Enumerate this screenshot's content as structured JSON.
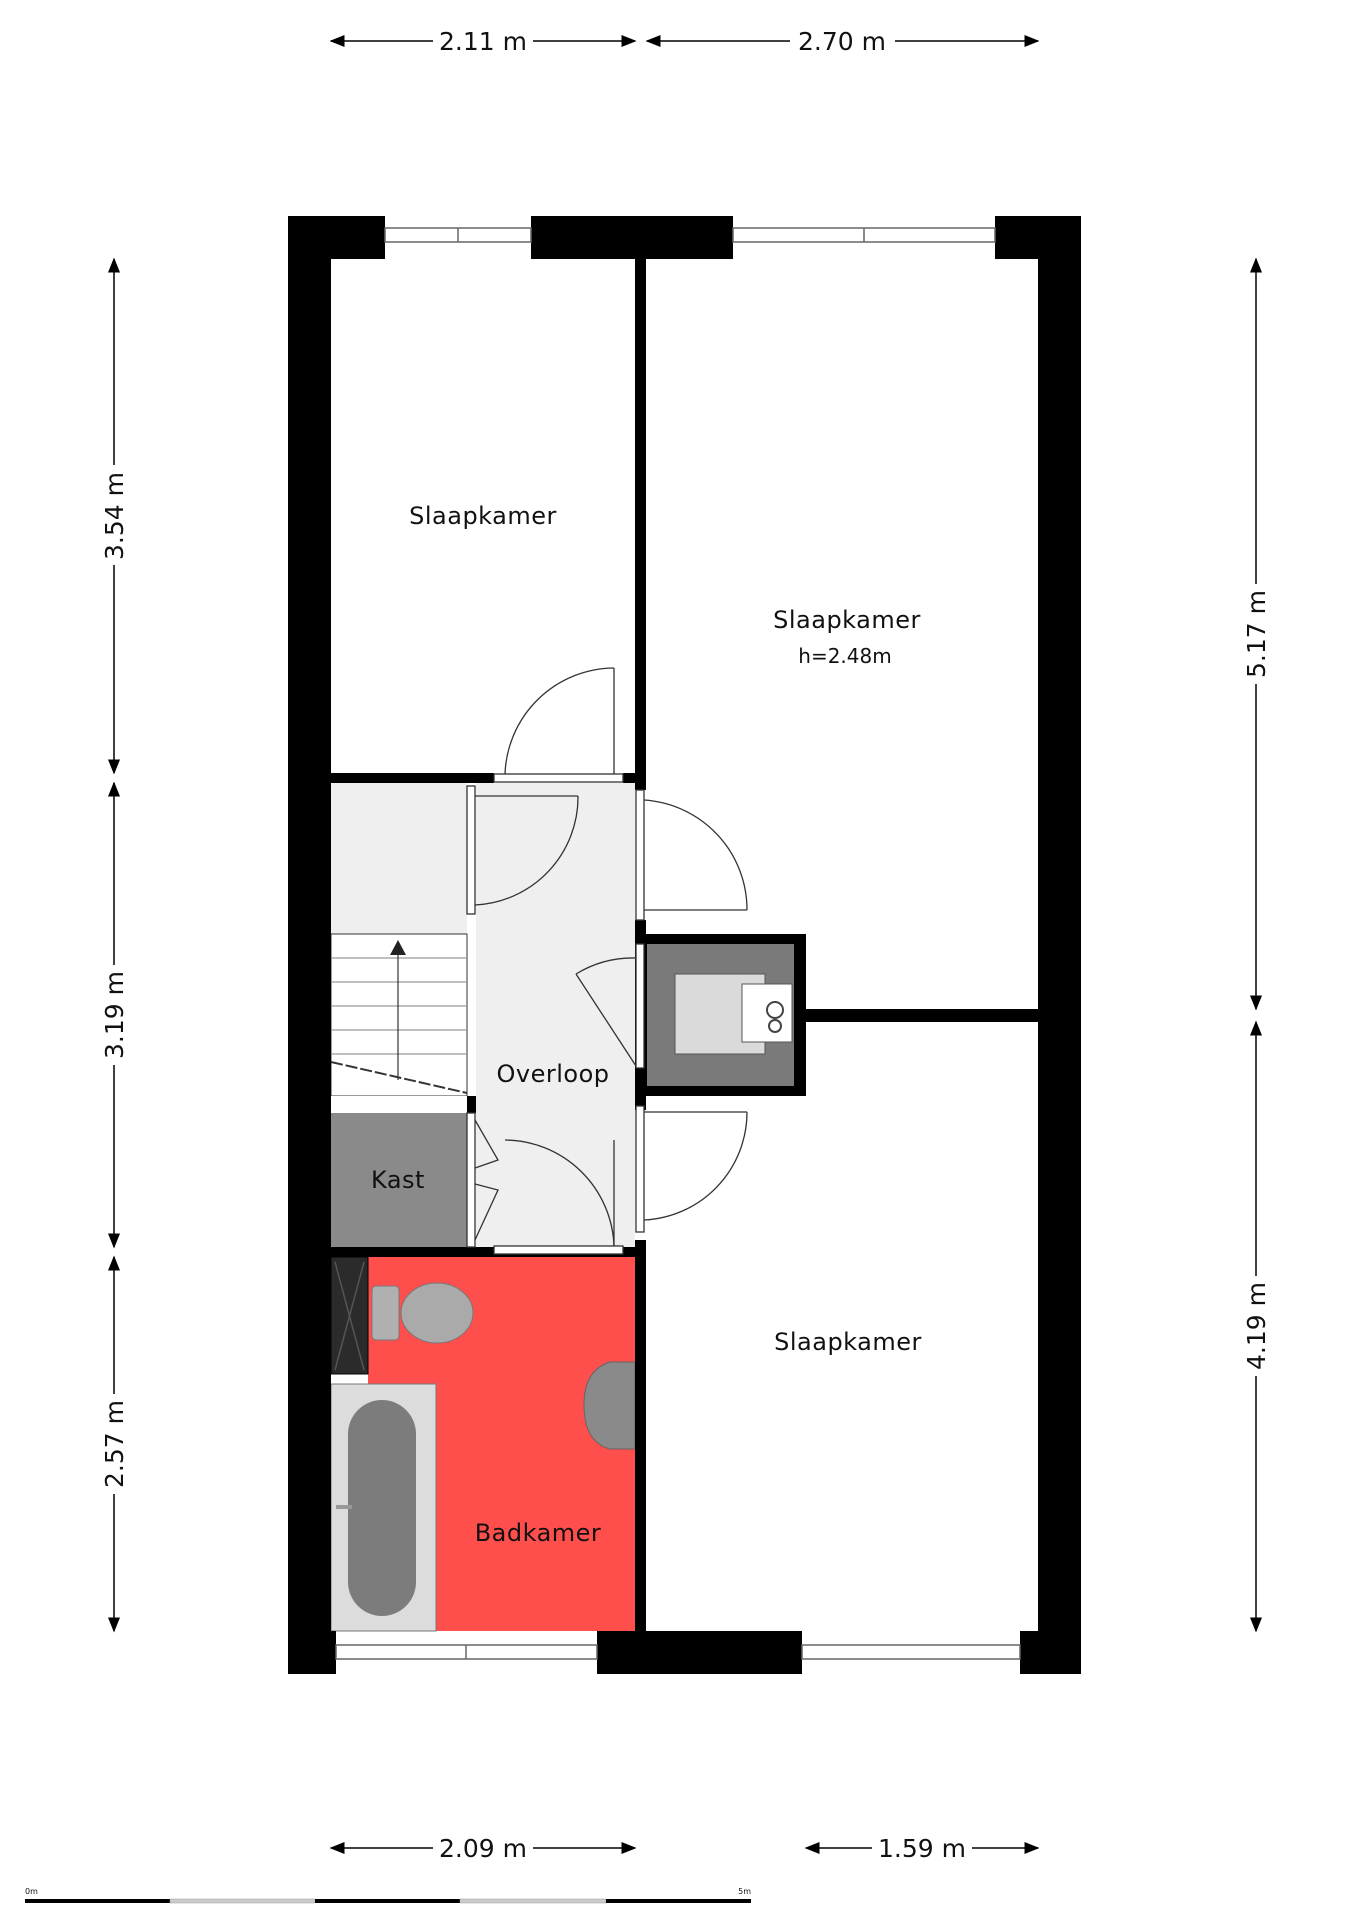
{
  "rooms": {
    "bedroom_top_left": "Slaapkamer",
    "bedroom_top_right": "Slaapkamer",
    "bedroom_top_right_height": "h=2.48m",
    "landing": "Overloop",
    "closet": "Kast",
    "bathroom": "Badkamer",
    "bedroom_bottom_right": "Slaapkamer"
  },
  "dimensions": {
    "top_left": "2.11 m",
    "top_right": "2.70 m",
    "left_top": "3.54 m",
    "left_middle": "3.19 m",
    "left_bottom": "2.57 m",
    "right_top": "5.17 m",
    "right_bottom": "4.19 m",
    "bottom_left": "2.09 m",
    "bottom_right": "1.59 m"
  },
  "scale_bar": {
    "start": "0m",
    "end": "5m"
  },
  "colors": {
    "wall": "#000000",
    "bathroom": "#ff4f4c",
    "landing": "#efefef",
    "closet": "#8a8a8a",
    "boiler_room": "#7a7a7a"
  }
}
